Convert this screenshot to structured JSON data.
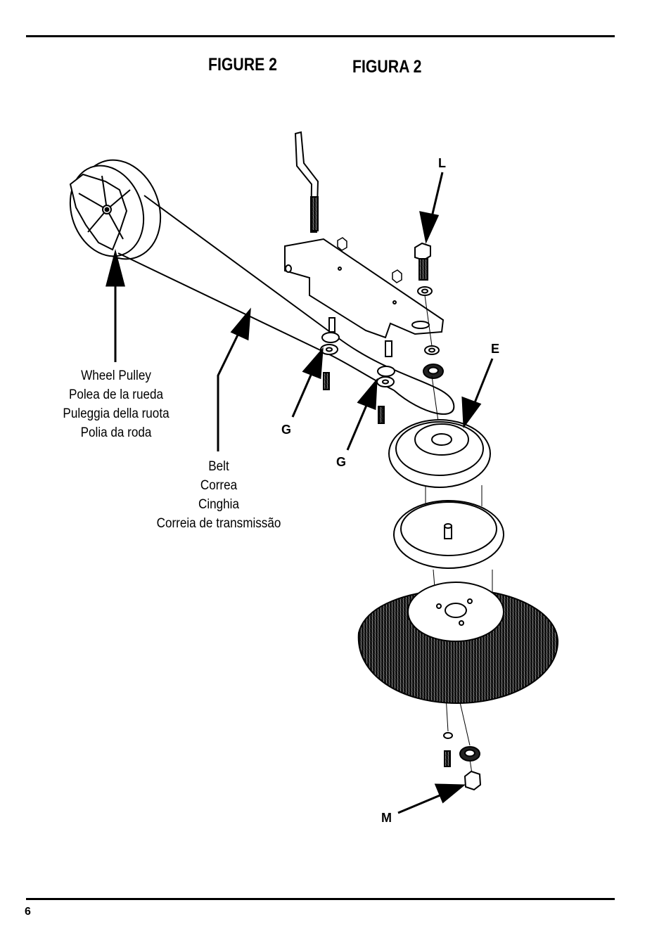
{
  "figure": {
    "title_en": "FIGURE 2",
    "title_it": "FIGURA 2"
  },
  "labels": {
    "wheel_pulley": [
      "Wheel Pulley",
      "Polea de la rueda",
      "Puleggia della ruota",
      "Polia da roda"
    ],
    "belt": [
      "Belt",
      "Correa",
      "Cinghia",
      "Correia de transmissão"
    ]
  },
  "callouts": {
    "L": "L",
    "E": "E",
    "G1": "G",
    "G2": "G",
    "M": "M"
  },
  "page_number": "6"
}
